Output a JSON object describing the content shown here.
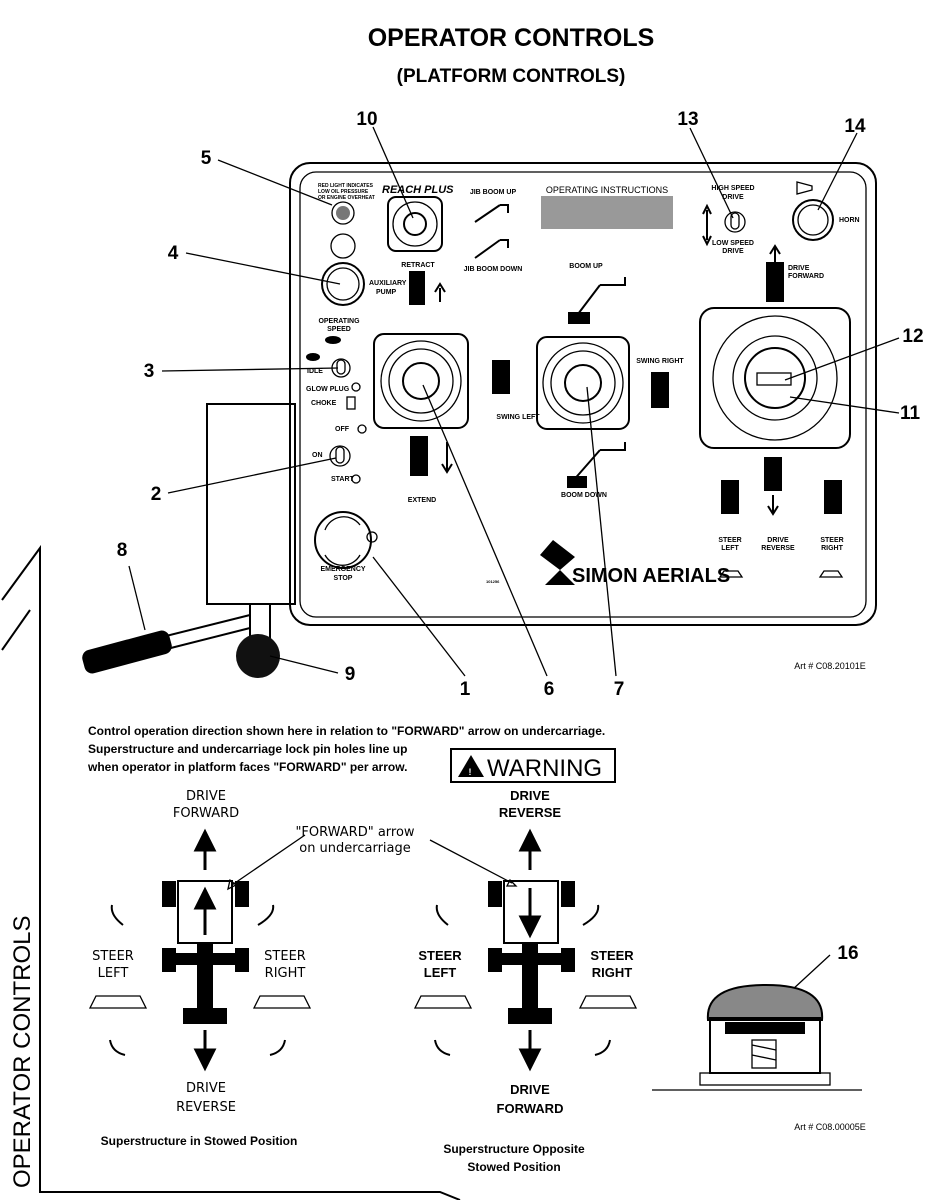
{
  "header": {
    "title": "OPERATOR CONTROLS",
    "subtitle": "(PLATFORM CONTROLS)"
  },
  "side_tab": "OPERATOR CONTROLS",
  "callouts": [
    "1",
    "2",
    "3",
    "4",
    "5",
    "6",
    "7",
    "8",
    "9",
    "10",
    "11",
    "12",
    "13",
    "14",
    "16"
  ],
  "panel": {
    "indicator_text": [
      "RED LIGHT INDICATES",
      "LOW OIL PRESSURE",
      "OR ENGINE OVERHEAT"
    ],
    "reach_plus": "REACH PLUS",
    "retract": "RETRACT",
    "extend": "EXTEND",
    "jib_boom_up": "JIB BOOM UP",
    "jib_boom_down": "JIB BOOM DOWN",
    "operating_instructions": "OPERATING INSTRUCTIONS",
    "high_speed_drive": [
      "HIGH SPEED",
      "DRIVE"
    ],
    "low_speed_drive": [
      "LOW SPEED",
      "DRIVE"
    ],
    "horn": "HORN",
    "auxiliary_pump": [
      "AUXILIARY",
      "PUMP"
    ],
    "operating_speed": [
      "OPERATING",
      "SPEED"
    ],
    "idle": "IDLE",
    "glow_plug": "GLOW PLUG",
    "choke": "CHOKE",
    "off": "OFF",
    "on": "ON",
    "start": "START",
    "boom_up": "BOOM UP",
    "boom_down": "BOOM DOWN",
    "swing_left": "SWING LEFT",
    "swing_right": "SWING RIGHT",
    "drive_forward": [
      "DRIVE",
      "FORWARD"
    ],
    "drive_reverse": [
      "DRIVE",
      "REVERSE"
    ],
    "steer_left": [
      "STEER",
      "LEFT"
    ],
    "steer_right": [
      "STEER",
      "RIGHT"
    ],
    "emergency_stop": [
      "EMERGENCY",
      "STOP"
    ],
    "part_no": "101256",
    "brand": "SIMON AERIALS"
  },
  "art_numbers": [
    "Art # C08.20101E",
    "Art # C08.00005E"
  ],
  "notes": [
    "Control operation direction shown here in relation to \"FORWARD\" arrow on undercarriage.",
    "Superstructure and undercarriage lock pin holes line up",
    "when operator in platform faces \"FORWARD\" per arrow."
  ],
  "warning": "WARNING",
  "forward_arrow_label": [
    "\"FORWARD\" arrow",
    "on undercarriage"
  ],
  "diagram_left": {
    "top": [
      "DRIVE",
      "FORWARD"
    ],
    "bottom": [
      "DRIVE",
      "REVERSE"
    ],
    "left": [
      "STEER",
      "LEFT"
    ],
    "right": [
      "STEER",
      "RIGHT"
    ],
    "caption": "Superstructure in Stowed Position"
  },
  "diagram_right": {
    "top": [
      "DRIVE",
      "REVERSE"
    ],
    "bottom": [
      "DRIVE",
      "FORWARD"
    ],
    "left": [
      "STEER",
      "LEFT"
    ],
    "right": [
      "STEER",
      "RIGHT"
    ],
    "caption": [
      "Superstructure Opposite",
      "Stowed Position"
    ]
  }
}
